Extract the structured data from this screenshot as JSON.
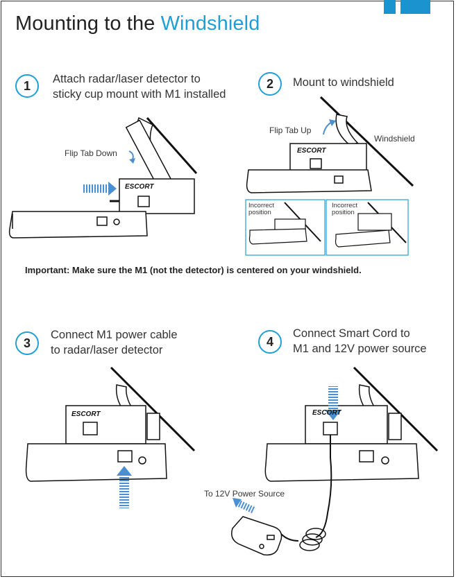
{
  "title": {
    "main": "Mounting to the ",
    "accent": "Windshield"
  },
  "steps": [
    {
      "number": "1",
      "line1": "Attach radar/laser detector to",
      "line2": "sticky cup mount with M1 installed"
    },
    {
      "number": "2",
      "line1": "Mount to windshield",
      "line2": ""
    },
    {
      "number": "3",
      "line1": "Connect M1 power cable",
      "line2": "to radar/laser detector"
    },
    {
      "number": "4",
      "line1": "Connect Smart Cord to",
      "line2": "M1 and 12V power source"
    }
  ],
  "labels": {
    "flip_down": "Flip Tab Down",
    "flip_up": "Flip Tab Up",
    "windshield": "Windshield",
    "incorrect_1a": "Incorrect",
    "incorrect_1b": "position",
    "incorrect_2a": "Incorrect",
    "incorrect_2b": "position",
    "power_source": "To 12V Power Source",
    "brand": "ESCORT"
  },
  "important": "Important: Make sure the M1 (not the detector) is centered on your windshield.",
  "colors": {
    "accent": "#1e9fd6",
    "tab": "#1a93cf",
    "text": "#222222"
  }
}
